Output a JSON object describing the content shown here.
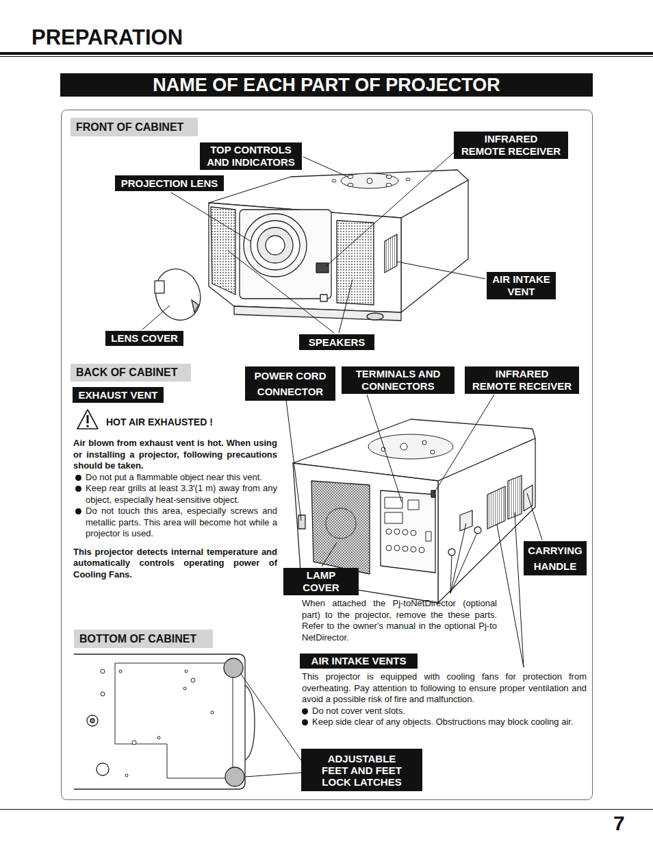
{
  "diagram": {
    "title": "NAME OF EACH PART OF PROJECTOR",
    "nodes": [
      {
        "text": [
          "FRONT OF CABINET"
        ]
      },
      {
        "text": [
          "TOP CONTROLS AND INDICATORS"
        ]
      },
      {
        "text": [
          "INFRARED REMOTE RECEIVER"
        ]
      },
      {
        "text": [
          "PROJECTION LENS"
        ]
      },
      {
        "text": [
          "AIR INTAKE VENT"
        ]
      },
      {
        "text": [
          "LENS COVER"
        ]
      },
      {
        "text": [
          "SPEAKERS"
        ]
      },
      {
        "text": [
          "BACK OF CABINET"
        ]
      },
      {
        "text": [
          "POWER CORD CONNECTOR"
        ]
      },
      {
        "text": [
          "TERMINALS AND CONNECTORS"
        ]
      },
      {
        "text": [
          "INFRARED REMOTE RECEIVER"
        ]
      },
      {
        "text": [
          "EXHAUST VENT"
        ]
      },
      {
        "text": [
          "CARRYING HANDLE"
        ]
      },
      {
        "text": [
          "LAMP COVER"
        ]
      },
      {
        "text": [
          "BOTTOM OF CABINET"
        ]
      },
      {
        "text": [
          "AIR INTAKE VENTS"
        ]
      },
      {
        "text": [
          "ADJUSTABLE FEET AND FEET LOCK LATCHES"
        ]
      }
    ],
    "labels": [
      "PREPARATION",
      "HOT AIR EXHAUSTED !",
      "Air blown from exhaust vent is hot. When using or installing a projector, following precautions should be taken.",
      "Do not put a flammable object near this vent.",
      "Keep rear grills at least 3.3′(1 m) away from any object, especially heat-sensitive object.",
      "Do not touch this area, especially screws and metallic parts. This area will become hot while a projector is used.",
      "This projector detects internal temperature and automatically controls operating power of Cooling Fans.",
      "When attached the Pj-toNetDirector (optional part) to the projector, remove the these parts. Refer to the owner's manual in the optional Pj-to NetDirector.",
      "This projector is equipped with cooling fans for protection from overheating. Pay attention to following to ensure proper ventilation and avoid a possible risk of fire and malfunction.",
      "Do not cover vent slots.",
      "Keep side clear of any objects. Obstructions may block cooling air.",
      "7"
    ]
  }
}
